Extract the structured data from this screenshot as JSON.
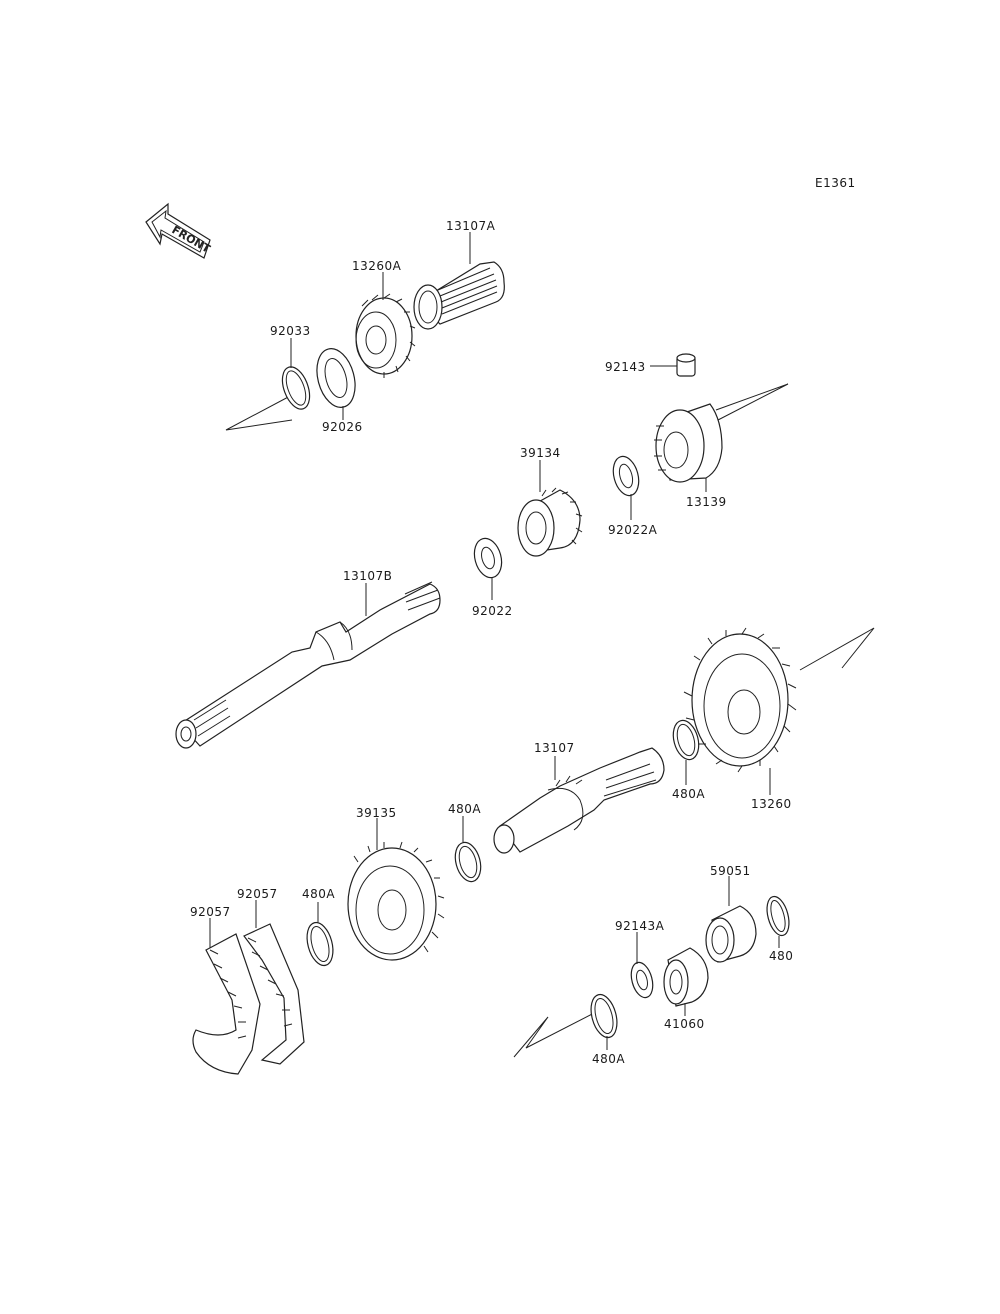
{
  "diagram": {
    "code": "E1361",
    "front_label": "FRONT",
    "parts": [
      {
        "id": "13107A"
      },
      {
        "id": "13260A"
      },
      {
        "id": "92033"
      },
      {
        "id": "92026"
      },
      {
        "id": "92143"
      },
      {
        "id": "13139"
      },
      {
        "id": "39134"
      },
      {
        "id": "92022A"
      },
      {
        "id": "13107B"
      },
      {
        "id": "92022"
      },
      {
        "id": "13107"
      },
      {
        "id": "480A_upper"
      },
      {
        "id": "13260"
      },
      {
        "id": "39135"
      },
      {
        "id": "480A_mid"
      },
      {
        "id": "92057_left"
      },
      {
        "id": "92057_right"
      },
      {
        "id": "480A_left"
      },
      {
        "id": "59051"
      },
      {
        "id": "92143A"
      },
      {
        "id": "480"
      },
      {
        "id": "41060"
      },
      {
        "id": "480A_bottom"
      }
    ],
    "labels": {
      "p13107A": "13107A",
      "p13260A": "13260A",
      "p92033": "92033",
      "p92026": "92026",
      "p92143": "92143",
      "p13139": "13139",
      "p39134": "39134",
      "p92022A": "92022A",
      "p13107B": "13107B",
      "p92022": "92022",
      "p13107": "13107",
      "p480A_upper": "480A",
      "p13260": "13260",
      "p39135": "39135",
      "p480A_mid": "480A",
      "p92057_left": "92057",
      "p92057_right": "92057",
      "p480A_left": "480A",
      "p59051": "59051",
      "p92143A": "92143A",
      "p480": "480",
      "p41060": "41060",
      "p480A_bottom": "480A"
    }
  }
}
